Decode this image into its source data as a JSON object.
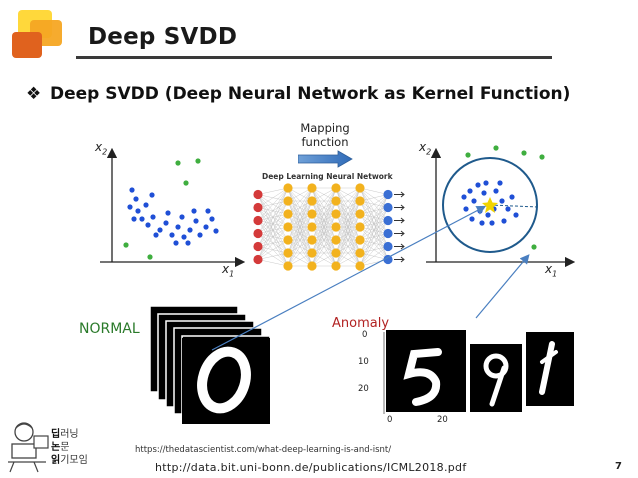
{
  "slide": {
    "title": "Deep SVDD",
    "heading": "Deep SVDD (Deep Neural Network as Kernel Function)",
    "page_number": "7"
  },
  "diagram": {
    "mapping_line1": "Mapping",
    "mapping_line2": "function",
    "network_title": "Deep Learning Neural Network",
    "left_axis_y": "x",
    "left_axis_y_sub": "2",
    "left_axis_x": "x",
    "left_axis_x_sub": "1",
    "right_axis_y": "x",
    "right_axis_y_sub": "2",
    "right_axis_x": "x",
    "right_axis_x_sub": "1",
    "label_normal": "NORMAL",
    "label_anomaly": "Anomaly",
    "anomaly_ticks_y": [
      "0",
      "10",
      "20"
    ],
    "anomaly_ticks_x": [
      "0",
      "20"
    ]
  },
  "footer": {
    "source1": "https://thedatascientist.com/what-deep-learning-is-and-isnt/",
    "source2": "http://data.bit.uni-bonn.de/publications/ICML2018.pdf",
    "logo_line1_bold": "딥",
    "logo_line1_rest": "러닝",
    "logo_line2_bold": "논",
    "logo_line2_rest": "문",
    "logo_line3_bold": "읽",
    "logo_line3_rest": "기모임"
  },
  "colors": {
    "normal_points": "#1f4fd6",
    "outlier_points": "#3fae3f",
    "center_point": "#f2d400",
    "sphere": "#1f5a8c",
    "arrow": "#4a7fc0",
    "title_square_orange": "#f5a623",
    "title_square_yellow": "#ffd83b",
    "title_square_red": "#e0621e"
  }
}
